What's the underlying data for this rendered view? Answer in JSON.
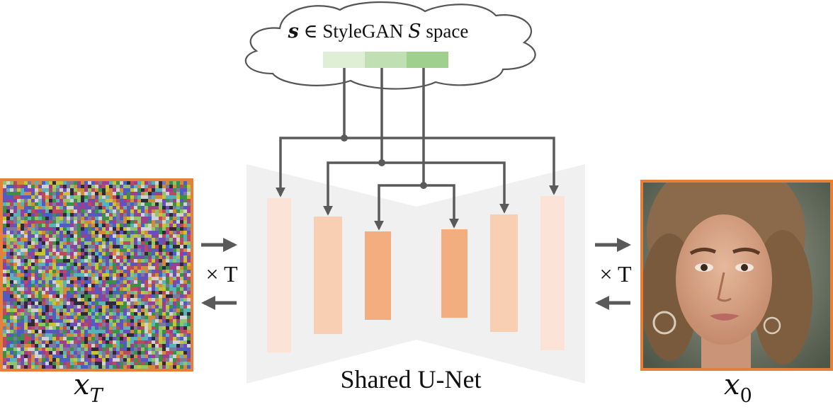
{
  "style_code": {
    "symbol": "s",
    "element_of": " ∈ StyleGAN ",
    "space_symbol": "S",
    "space_word": " space",
    "bar_colors": [
      "#deefd6",
      "#c0e0b4",
      "#9fd08e"
    ]
  },
  "network": {
    "label": "Shared U-Net",
    "bg_color": "#f0f0f0",
    "block_colors": {
      "outer": "#fbe3d8",
      "middle": "#f9cfb4",
      "inner": "#f3ae80"
    }
  },
  "noise_input": {
    "symbol": "x",
    "subscript": "T",
    "border_color": "#e47f3c"
  },
  "output_image": {
    "symbol": "x",
    "subscript": "0",
    "border_color": "#e47f3c",
    "icon": "face-photo"
  },
  "left_steps": {
    "label": "× T"
  },
  "right_steps": {
    "label": "× T"
  },
  "arrow_color": "#5a5a5a"
}
